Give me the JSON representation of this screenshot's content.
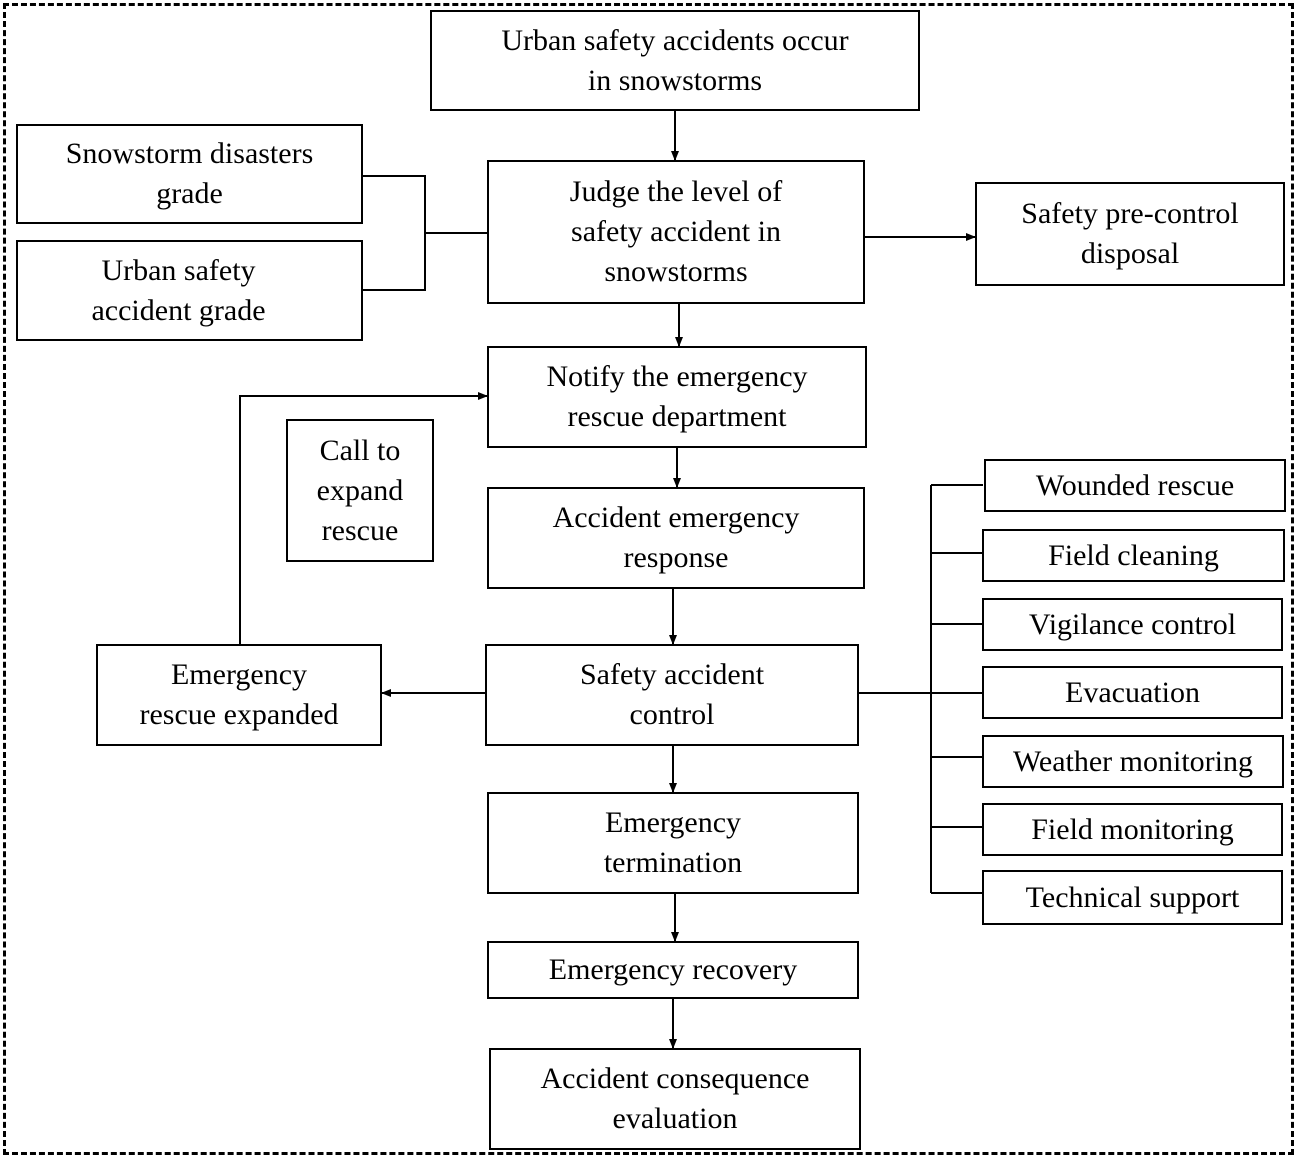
{
  "main_flow": {
    "occur": "Urban safety accidents occur\nin snowstorms",
    "judge": "Judge the level of\nsafety accident in\nsnowstorms",
    "notify": "Notify the emergency\nrescue department",
    "response": "Accident emergency\nresponse",
    "control": "Safety accident\ncontrol",
    "termination": "Emergency\ntermination",
    "recovery": "Emergency recovery",
    "evaluation": "Accident consequence\nevaluation"
  },
  "inputs": {
    "snowstorm_grade": "Snowstorm disasters\ngrade",
    "urban_grade": "Urban safety\naccident grade"
  },
  "side": {
    "precontrol": "Safety pre-control\ndisposal",
    "call_expand": "Call to\nexpand\nrescue",
    "expanded": "Emergency\nrescue expanded"
  },
  "control_tasks": [
    "Wounded rescue",
    "Field cleaning",
    "Vigilance control",
    "Evacuation",
    "Weather monitoring",
    "Field monitoring",
    "Technical support"
  ]
}
